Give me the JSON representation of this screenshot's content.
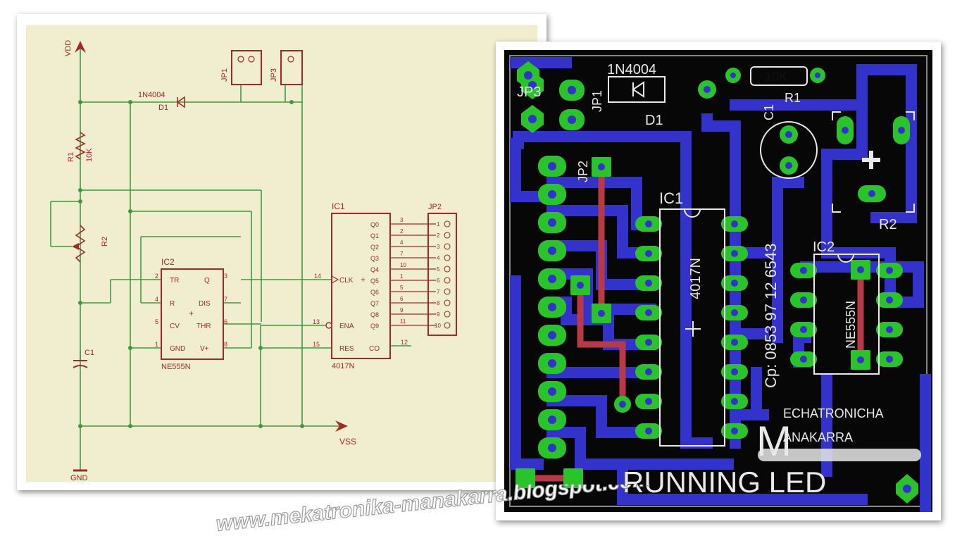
{
  "schematic": {
    "supply_top": "VDD",
    "supply_bottom": "VSS",
    "ground": "GND",
    "diode": {
      "name": "D1",
      "value": "1N4004"
    },
    "resistor": {
      "name": "R1",
      "value": "10K"
    },
    "pot": {
      "name": "R2"
    },
    "cap": {
      "name": "C1"
    },
    "jp1": "JP1",
    "jp3": "JP3",
    "jp2": "JP2",
    "ic2": {
      "name": "IC2",
      "part": "NE555N",
      "left_pins": [
        {
          "num": "2",
          "label": "TR"
        },
        {
          "num": "4",
          "label": "R"
        },
        {
          "num": "5",
          "label": "CV"
        },
        {
          "num": "1",
          "label": "GND"
        }
      ],
      "right_pins": [
        {
          "num": "3",
          "label": "Q"
        },
        {
          "num": "7",
          "label": "DIS"
        },
        {
          "num": "6",
          "label": "THR"
        },
        {
          "num": "8",
          "label": "V+"
        }
      ]
    },
    "ic1": {
      "name": "IC1",
      "part": "4017N",
      "outputs": [
        {
          "num": "3",
          "label": "Q0"
        },
        {
          "num": "2",
          "label": "Q1"
        },
        {
          "num": "4",
          "label": "Q2"
        },
        {
          "num": "7",
          "label": "Q3"
        },
        {
          "num": "10",
          "label": "Q4"
        },
        {
          "num": "1",
          "label": "Q5"
        },
        {
          "num": "5",
          "label": "Q6"
        },
        {
          "num": "6",
          "label": "Q7"
        },
        {
          "num": "9",
          "label": "Q8"
        },
        {
          "num": "11",
          "label": "Q9"
        }
      ],
      "left_pins": [
        {
          "num": "14",
          "label": "CLK"
        },
        {
          "num": "13",
          "label": "ENA"
        },
        {
          "num": "15",
          "label": "RES"
        }
      ],
      "co": {
        "num": "12",
        "label": "CO"
      }
    },
    "jp2_pins": [
      "1",
      "2",
      "3",
      "4",
      "5",
      "6",
      "7",
      "8",
      "9",
      "10"
    ]
  },
  "pcb": {
    "diode_value": "1N4004",
    "diode_name": "D1",
    "r1_value": "10K",
    "r1_name": "R1",
    "c1_name": "C1",
    "r2_name": "R2",
    "ic1_name": "IC1",
    "ic1_part": "4017N",
    "ic2_name": "IC2",
    "ic2_part": "NE555N",
    "jp1": "JP1",
    "jp2": "JP2",
    "jp3": "JP3",
    "phone": "Cp: 0853 97 12 6543",
    "logo_m": "M",
    "brand_1": "ECHATRONICHA",
    "brand_2": "ANAKARRA",
    "title": "RUNNING LED"
  },
  "watermark": "www.mekatronika-manakarra.blogspot.com",
  "colors": {
    "schematic_bg": "#F0EECF",
    "wire": "#3F9A3F",
    "part": "#A32828",
    "pcb_bg": "#070707",
    "trace_bottom": "#3333CC",
    "trace_top": "#B83A46",
    "pad": "#2BC32B",
    "silk": "#E8E8E8"
  }
}
